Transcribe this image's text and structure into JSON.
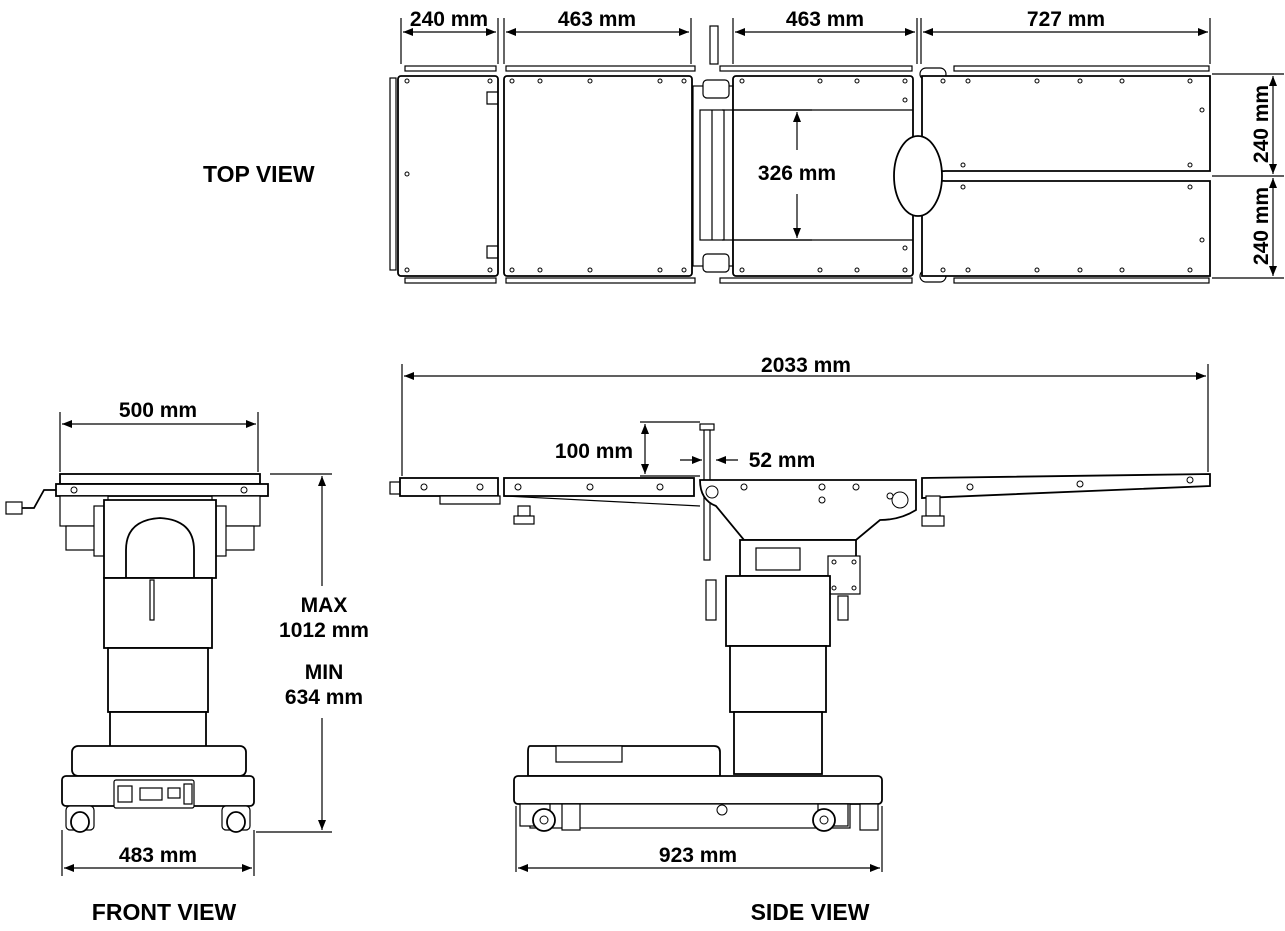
{
  "views": {
    "top": "TOP VIEW",
    "front": "FRONT VIEW",
    "side": "SIDE VIEW"
  },
  "dimensions": {
    "top_section_1": "240 mm",
    "top_section_2": "463 mm",
    "top_section_3": "463 mm",
    "top_section_4": "727 mm",
    "top_inner_width": "326 mm",
    "top_leg_width_upper": "240 mm",
    "top_leg_width_lower": "240 mm",
    "side_total_length": "2033 mm",
    "side_headrest_height": "100 mm",
    "side_rail_gap": "52 mm",
    "side_base_length": "923 mm",
    "front_top_width": "500 mm",
    "front_base_width": "483 mm",
    "front_height_max_label": "MAX",
    "front_height_max": "1012 mm",
    "front_height_min_label": "MIN",
    "front_height_min": "634 mm"
  }
}
